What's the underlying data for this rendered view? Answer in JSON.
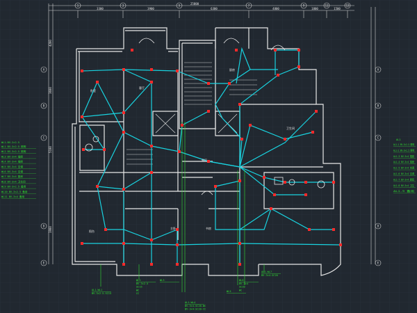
{
  "colors": {
    "background": "#212830",
    "grid": "#2c3440",
    "wall": "#e8e8e8",
    "wiring": "#19d3e0",
    "fixture": "#ff2a2a",
    "annotation": "#35e035",
    "dimension": "#cfcfcf"
  },
  "top_dimensions": [
    "3300",
    "3900",
    "6300",
    "4800",
    "1800",
    "1500"
  ],
  "overall_dimension": "25800",
  "left_dimensions": [
    "4200",
    "3600",
    "5100",
    "3900"
  ],
  "axis_bubbles_top": [
    "1",
    "3",
    "5",
    "7",
    "9",
    "11",
    "13"
  ],
  "axis_bubbles_left": [
    "A",
    "B",
    "C",
    "D",
    "E"
  ],
  "room_labels": [
    "卧室",
    "客厅",
    "厨房",
    "卫生间",
    "餐厅",
    "主卧",
    "书房",
    "阳台"
  ],
  "left_legend": {
    "title": "WL1-BV-2×2.5",
    "lines": [
      "WL1 BV-3×2.5 照明",
      "WL2 BV-3×2.5 照明",
      "WL3 BV-3×4 插座",
      "WL4 BV-3×4 插座",
      "WL5 BV-3×4 空调",
      "WL6 BV-3×4 空调",
      "WL7 BV-3×4 厨房",
      "WL8 BV-3×4 卫生间",
      "WL9 BV-3×2.5 备用",
      "WL10 BV-3×2.5 备用",
      "WL11 BV-3×4 备用"
    ]
  },
  "right_legend": {
    "title": "AL1",
    "lines": [
      "AL1-1 BV-3×2.5 照明",
      "AL1-2 BV-3×2.5 照明",
      "AL1-3 BV-3×4 插座",
      "AL1-4 BV-3×4 插座",
      "AL1-5 BV-3×4 空调",
      "AL1-6 BV-3×4 空调",
      "AL1-7 BV-3×4 厨房",
      "AL1-8 BV-3×4 卫生",
      "AL1-9 备用"
    ]
  },
  "bottom_notes": [
    {
      "id": "n1",
      "lines": [
        "AL1-WL1",
        "BV-3×2.5-SC15"
      ]
    },
    {
      "id": "n2",
      "lines": [
        "WL2",
        "BV-3×2.5",
        "SC15",
        "WC",
        "CC"
      ]
    },
    {
      "id": "n3",
      "lines": [
        "WL3"
      ]
    },
    {
      "id": "n4",
      "lines": [
        "AL1-WL4",
        "BV-3×4-SC20-WC",
        "BV-3×4-SC20-CC"
      ]
    },
    {
      "id": "n5",
      "lines": [
        "WL5"
      ]
    },
    {
      "id": "n6",
      "lines": [
        "WL6",
        "BV-3×4",
        "SC20",
        "WC"
      ]
    },
    {
      "id": "n7",
      "lines": [
        "AL1-WL7",
        "BV-3×4-SC20"
      ]
    }
  ]
}
